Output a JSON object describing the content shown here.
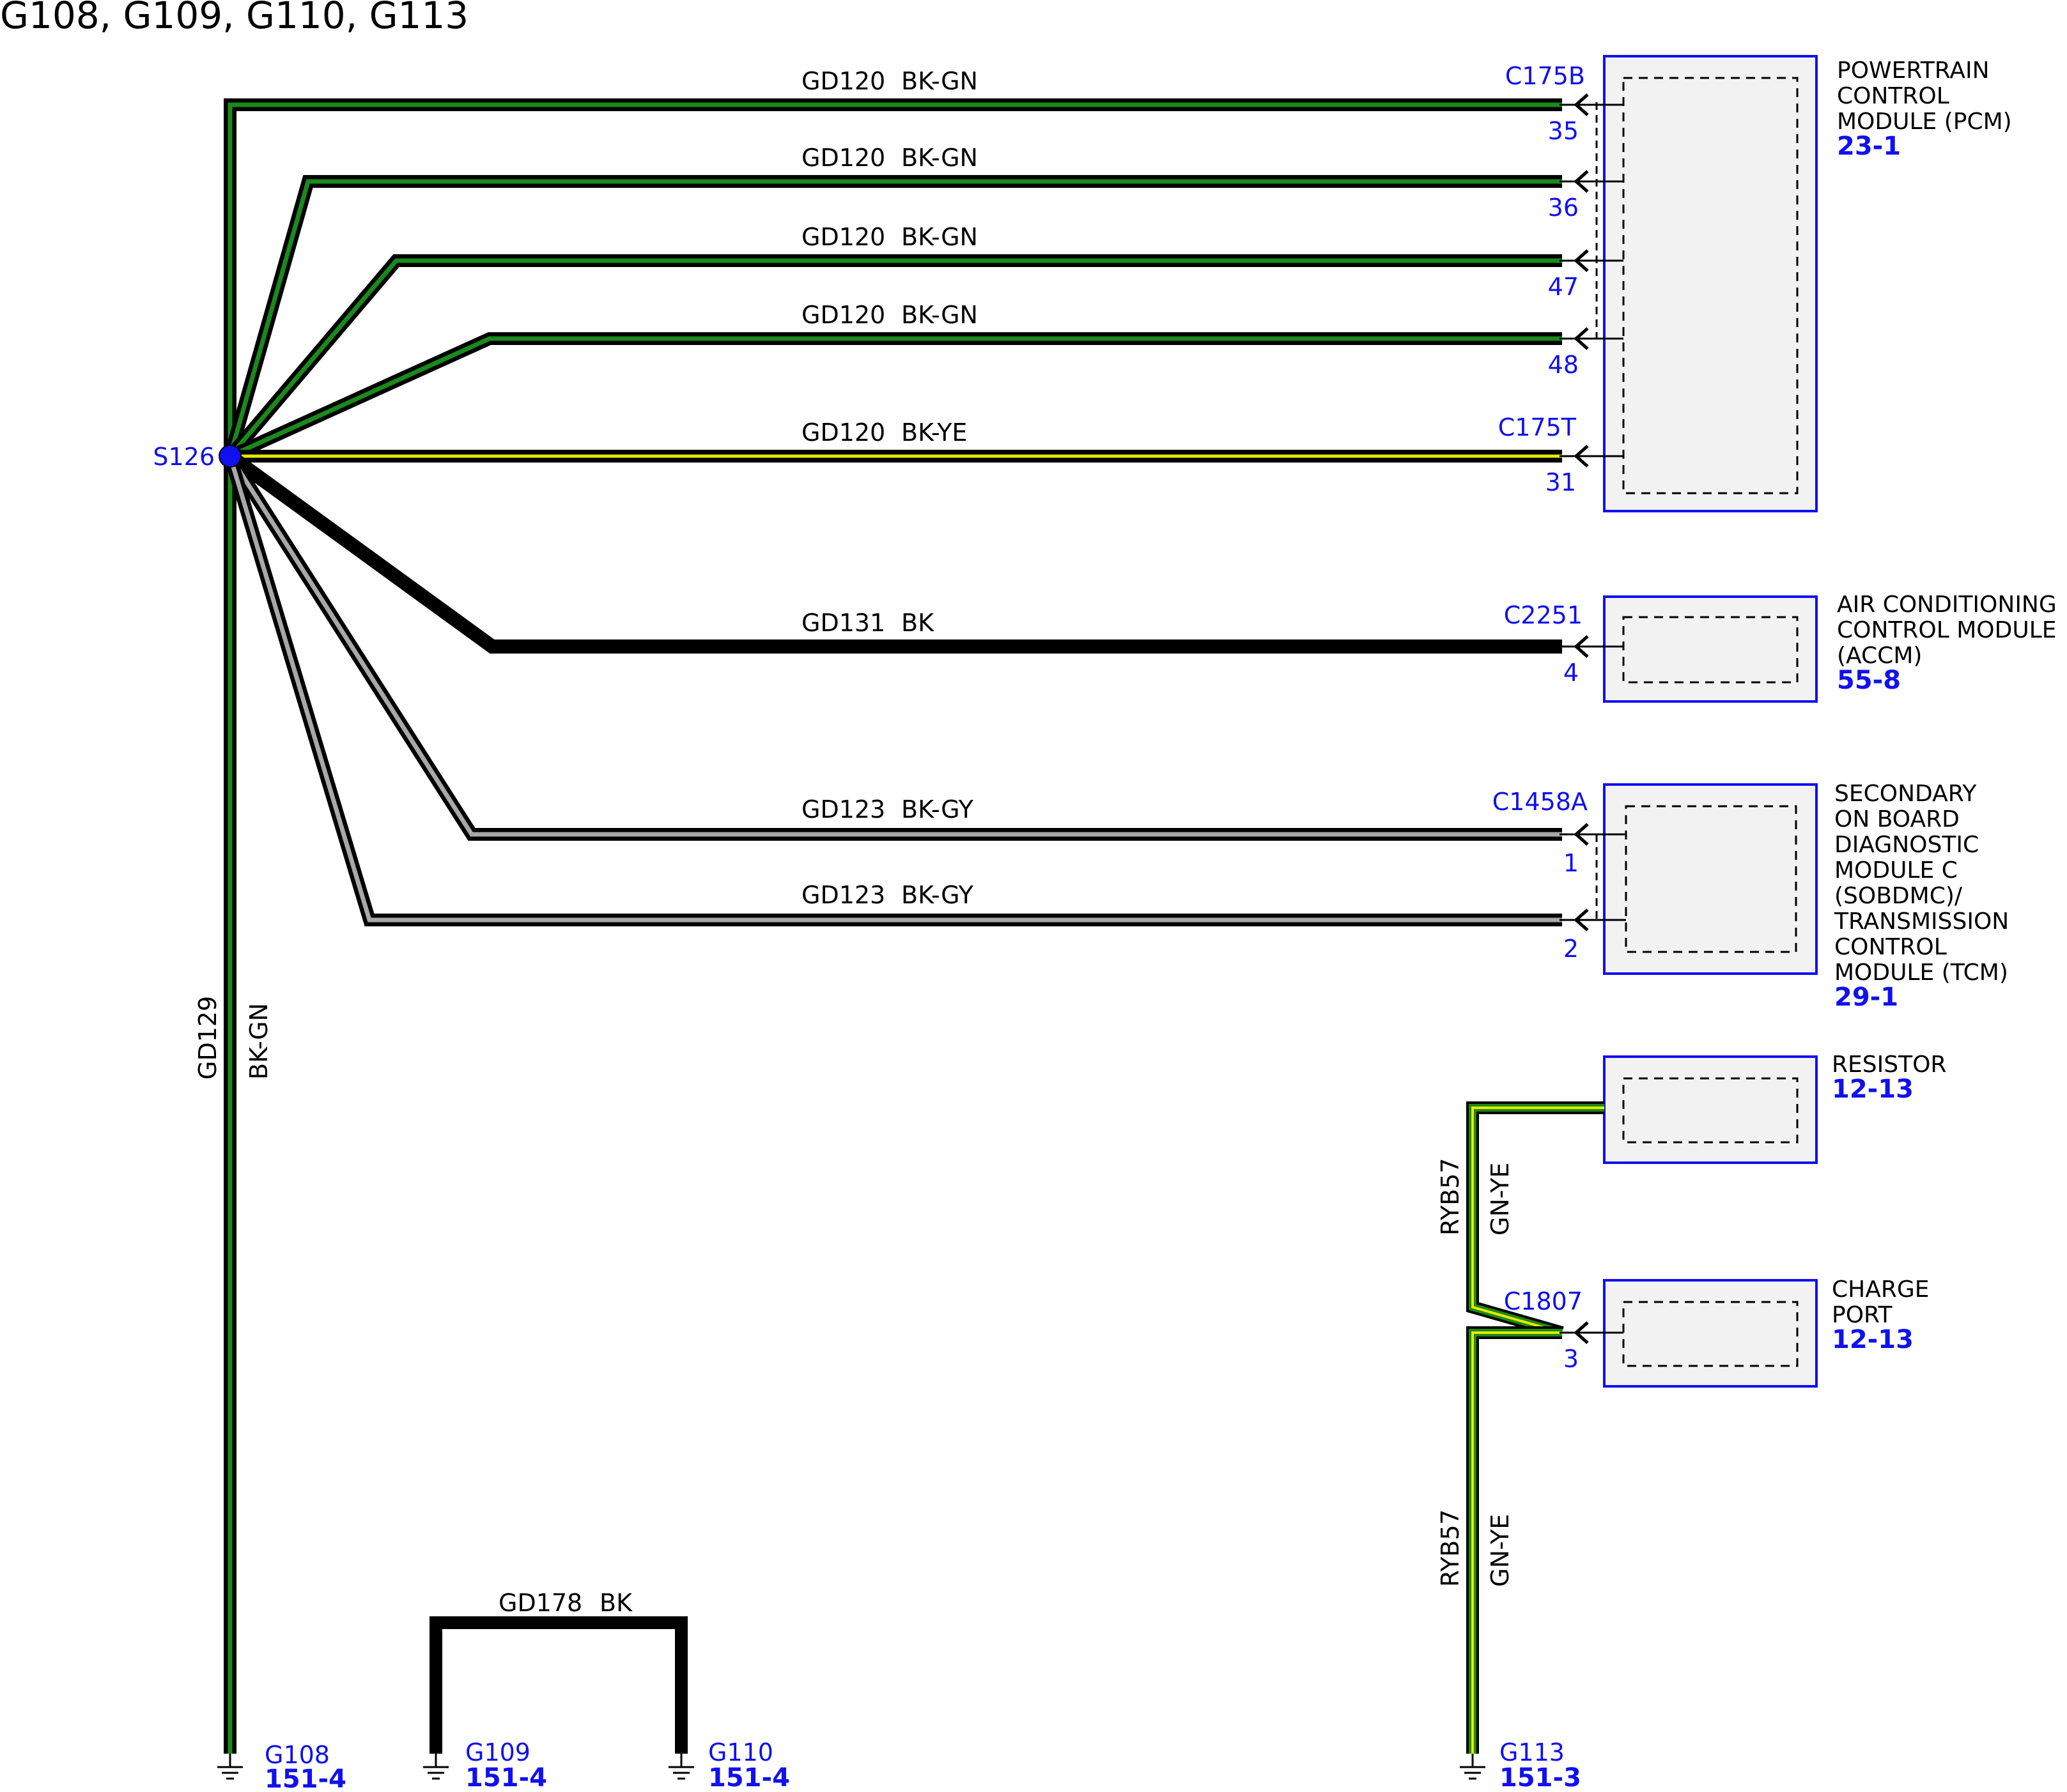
{
  "title": "G108, G109, G110, G113",
  "colors": {
    "black": "#000000",
    "green": "#1a8a1a",
    "yellow": "#e8e800",
    "gray": "#a8a8a8",
    "blue": "#1010f0",
    "box_fill": "#f2f2f2"
  },
  "splice": {
    "name": "S126"
  },
  "wires": {
    "w35": {
      "circuit": "GD120",
      "color": "BK-GN"
    },
    "w36": {
      "circuit": "GD120",
      "color": "BK-GN"
    },
    "w47": {
      "circuit": "GD120",
      "color": "BK-GN"
    },
    "w48": {
      "circuit": "GD120",
      "color": "BK-GN"
    },
    "w31": {
      "circuit": "GD120",
      "color": "BK-YE"
    },
    "w4": {
      "circuit": "GD131",
      "color": "BK"
    },
    "w1": {
      "circuit": "GD123",
      "color": "BK-GY"
    },
    "w2": {
      "circuit": "GD123",
      "color": "BK-GY"
    },
    "vertical": {
      "circuit": "GD129",
      "color": "BK-GN"
    },
    "jumper": {
      "circuit": "GD178",
      "color": "BK"
    },
    "ryb_upper": {
      "circuit": "RYB57",
      "color": "GN-YE"
    },
    "ryb_lower": {
      "circuit": "RYB57",
      "color": "GN-YE"
    }
  },
  "connectors": {
    "c175b": "C175B",
    "c175t": "C175T",
    "c2251": "C2251",
    "c1458a": "C1458A",
    "c1807": "C1807"
  },
  "pins": {
    "p35": "35",
    "p36": "36",
    "p47": "47",
    "p48": "48",
    "p31": "31",
    "p4": "4",
    "p1": "1",
    "p2": "2",
    "p3": "3"
  },
  "components": {
    "pcm": {
      "lines": [
        "POWERTRAIN",
        "CONTROL",
        "MODULE (PCM)"
      ],
      "page": "23-1"
    },
    "accm": {
      "lines": [
        "AIR CONDITIONING",
        "CONTROL MODULE",
        "(ACCM)"
      ],
      "page": "55-8"
    },
    "tcm": {
      "lines": [
        "SECONDARY",
        "ON BOARD",
        "DIAGNOSTIC",
        "MODULE C",
        "(SOBDMC)/",
        "TRANSMISSION",
        "CONTROL",
        "MODULE (TCM)"
      ],
      "page": "29-1"
    },
    "resistor": {
      "lines": [
        "RESISTOR"
      ],
      "page": "12-13"
    },
    "charge": {
      "lines": [
        "CHARGE",
        "PORT"
      ],
      "page": "12-13"
    }
  },
  "grounds": {
    "g108": {
      "name": "G108",
      "page": "151-4"
    },
    "g109": {
      "name": "G109",
      "page": "151-4"
    },
    "g110": {
      "name": "G110",
      "page": "151-4"
    },
    "g113": {
      "name": "G113",
      "page": "151-3"
    }
  }
}
